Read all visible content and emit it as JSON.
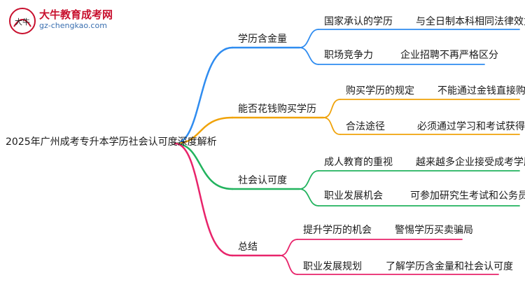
{
  "logo": {
    "title": "大牛教育成考网",
    "url": "gz-chengkao.com",
    "badge": "大牛"
  },
  "root": "2025年广州成考专升本学历社会认可度深度解析",
  "branches": [
    {
      "label": "学历含金量",
      "color": "#2f8cf0",
      "children": [
        {
          "label": "国家承认的学历",
          "leaf": "与全日制本科相同法律效力"
        },
        {
          "label": "职场竞争力",
          "leaf": "企业招聘不再严格区分"
        }
      ]
    },
    {
      "label": "能否花钱购买学历",
      "color": "#f0a30a",
      "children": [
        {
          "label": "购买学历的规定",
          "leaf": "不能通过金钱直接购买"
        },
        {
          "label": "合法途径",
          "leaf": "必须通过学习和考试获得"
        }
      ]
    },
    {
      "label": "社会认可度",
      "color": "#22b35e",
      "children": [
        {
          "label": "成人教育的重视",
          "leaf": "越来越多企业接受成考学历"
        },
        {
          "label": "职业发展机会",
          "leaf": "可参加研究生考试和公务员考试"
        }
      ]
    },
    {
      "label": "总结",
      "color": "#e8246b",
      "children": [
        {
          "label": "提升学历的机会",
          "leaf": "警惕学历买卖骗局"
        },
        {
          "label": "职业发展规划",
          "leaf": "了解学历含金量和社会认可度"
        }
      ]
    }
  ]
}
